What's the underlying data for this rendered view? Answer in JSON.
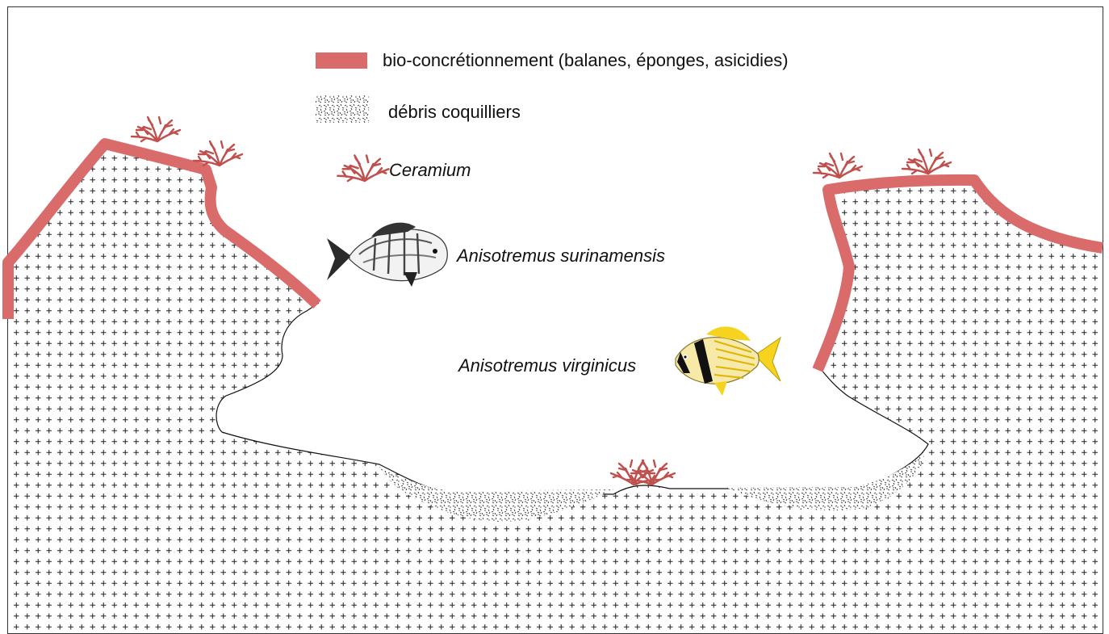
{
  "legend": {
    "bioconcretion_label": "bio-concrétionnement (balanes, éponges, asicidies)",
    "debris_label": "débris coquilliers",
    "ceramium_label": "Ceramium"
  },
  "species": {
    "surinamensis_label": "Anisotremus surinamensis",
    "virginicus_label": "Anisotremus virginicus"
  },
  "colors": {
    "bioconcretion": "#d96b6b",
    "ceramium": "#c0504d",
    "rock_cross": "#222222",
    "outline": "#111111",
    "frame": "#333333"
  },
  "icons": {
    "rock": "cross-hatch-pattern",
    "debris": "speckle-pattern",
    "ceramium": "alga-icon",
    "surinamensis": "black-margate-fish-icon",
    "virginicus": "porkfish-icon"
  }
}
